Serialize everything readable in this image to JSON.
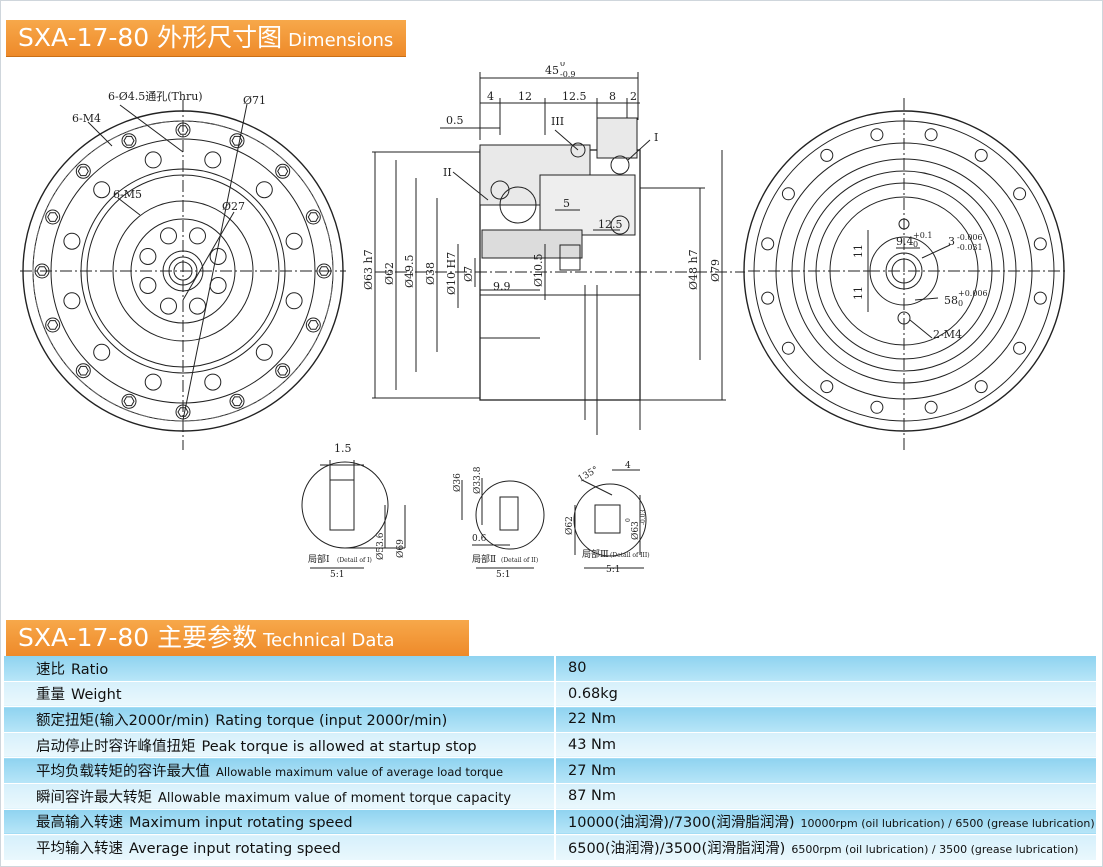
{
  "header_dimensions": {
    "cn": "SXA-17-80 外形尺寸图",
    "en": "Dimensions"
  },
  "header_technical": {
    "cn": "SXA-17-80 主要参数",
    "en": "Technical Data"
  },
  "drawing_labels": {
    "front_holes_thru": "6-Ø4.5通孔(Thru)",
    "front_m4": "6-M4",
    "front_d71": "Ø71",
    "front_m5": "6-M5",
    "front_d27": "Ø27",
    "sec_len_total": "45",
    "sec_len_tol": "0",
    "sec_len_tol2": "-0.9",
    "sec_d4": "4",
    "sec_d12": "12",
    "sec_d12_5": "12.5",
    "sec_d8": "8",
    "sec_d2": "2",
    "sec_d0_5": "0.5",
    "sec_mark_III": "III",
    "sec_mark_I": "I",
    "sec_mark_II": "II",
    "sec_d5": "5",
    "sec_d12_5b": "12.5",
    "sec_d63h7": "Ø63 h7",
    "sec_d62": "Ø62",
    "sec_d49_5": "Ø49.5",
    "sec_d38": "Ø38",
    "sec_d10h7": "Ø10 H7",
    "sec_d7": "Ø7",
    "sec_d9_9": "9.9",
    "sec_d10_5": "Ø10.5",
    "sec_d48h7": "Ø48 h7",
    "sec_d79": "Ø79",
    "rear_9_4": "9.4",
    "rear_9_4_tol": "+0.1",
    "rear_9_4_tol2": "0",
    "rear_3": "3",
    "rear_3_tol": "-0.006",
    "rear_3_tol2": "-0.031",
    "rear_11a": "11",
    "rear_11b": "11",
    "rear_58": "58",
    "rear_58_tol": "+0.006",
    "rear_58_tol2": "0",
    "rear_2m4": "2-M4",
    "det1_1_5": "1.5",
    "det1_53_6": "Ø53.6",
    "det1_69": "Ø69",
    "det1_title": "局部Ⅰ",
    "det1_sub": "(Detail of I)",
    "det1_scale": "5:1",
    "det2_36": "Ø36",
    "det2_33_8": "Ø33.8",
    "det2_0_6": "0.6",
    "det2_title": "局部Ⅱ",
    "det2_sub": "(Detail of II)",
    "det2_scale": "5:1",
    "det3_135": "135°",
    "det3_4": "4",
    "det3_62": "Ø62",
    "det3_63": "Ø63",
    "det3_63_tol": "0",
    "det3_63_tol2": "-0.03",
    "det3_title": "局部Ⅲ",
    "det3_sub": "(Detail of III)",
    "det3_scale": "5:1"
  },
  "tech_rows": [
    {
      "cn": "速比",
      "en": "Ratio",
      "val": "80",
      "val_note": ""
    },
    {
      "cn": "重量",
      "en": "Weight",
      "val": "0.68kg",
      "val_note": ""
    },
    {
      "cn": "额定扭矩(输入2000r/min)",
      "en": "Rating torque (input 2000r/min)",
      "val": "22 Nm",
      "val_note": ""
    },
    {
      "cn": "启动停止时容许峰值扭矩",
      "en": "Peak torque is allowed at startup stop",
      "val": "43 Nm",
      "val_note": ""
    },
    {
      "cn": "平均负载转矩的容许最大值",
      "en": "Allowable maximum value of average load torque",
      "val": "27 Nm",
      "val_note": ""
    },
    {
      "cn": "瞬间容许最大转矩",
      "en": "Allowable maximum value of moment torque capacity",
      "val": "87 Nm",
      "val_note": ""
    },
    {
      "cn": "最高输入转速",
      "en": "Maximum input rotating speed",
      "val": "10000(油润滑)/7300(润滑脂润滑)",
      "val_note": "10000rpm (oil lubrication) / 6500 (grease lubrication)"
    },
    {
      "cn": "平均输入转速",
      "en": "Average input rotating speed",
      "val": "6500(油润滑)/3500(润滑脂润滑)",
      "val_note": "6500rpm (oil lubrication) / 3500 (grease lubrication)"
    }
  ]
}
